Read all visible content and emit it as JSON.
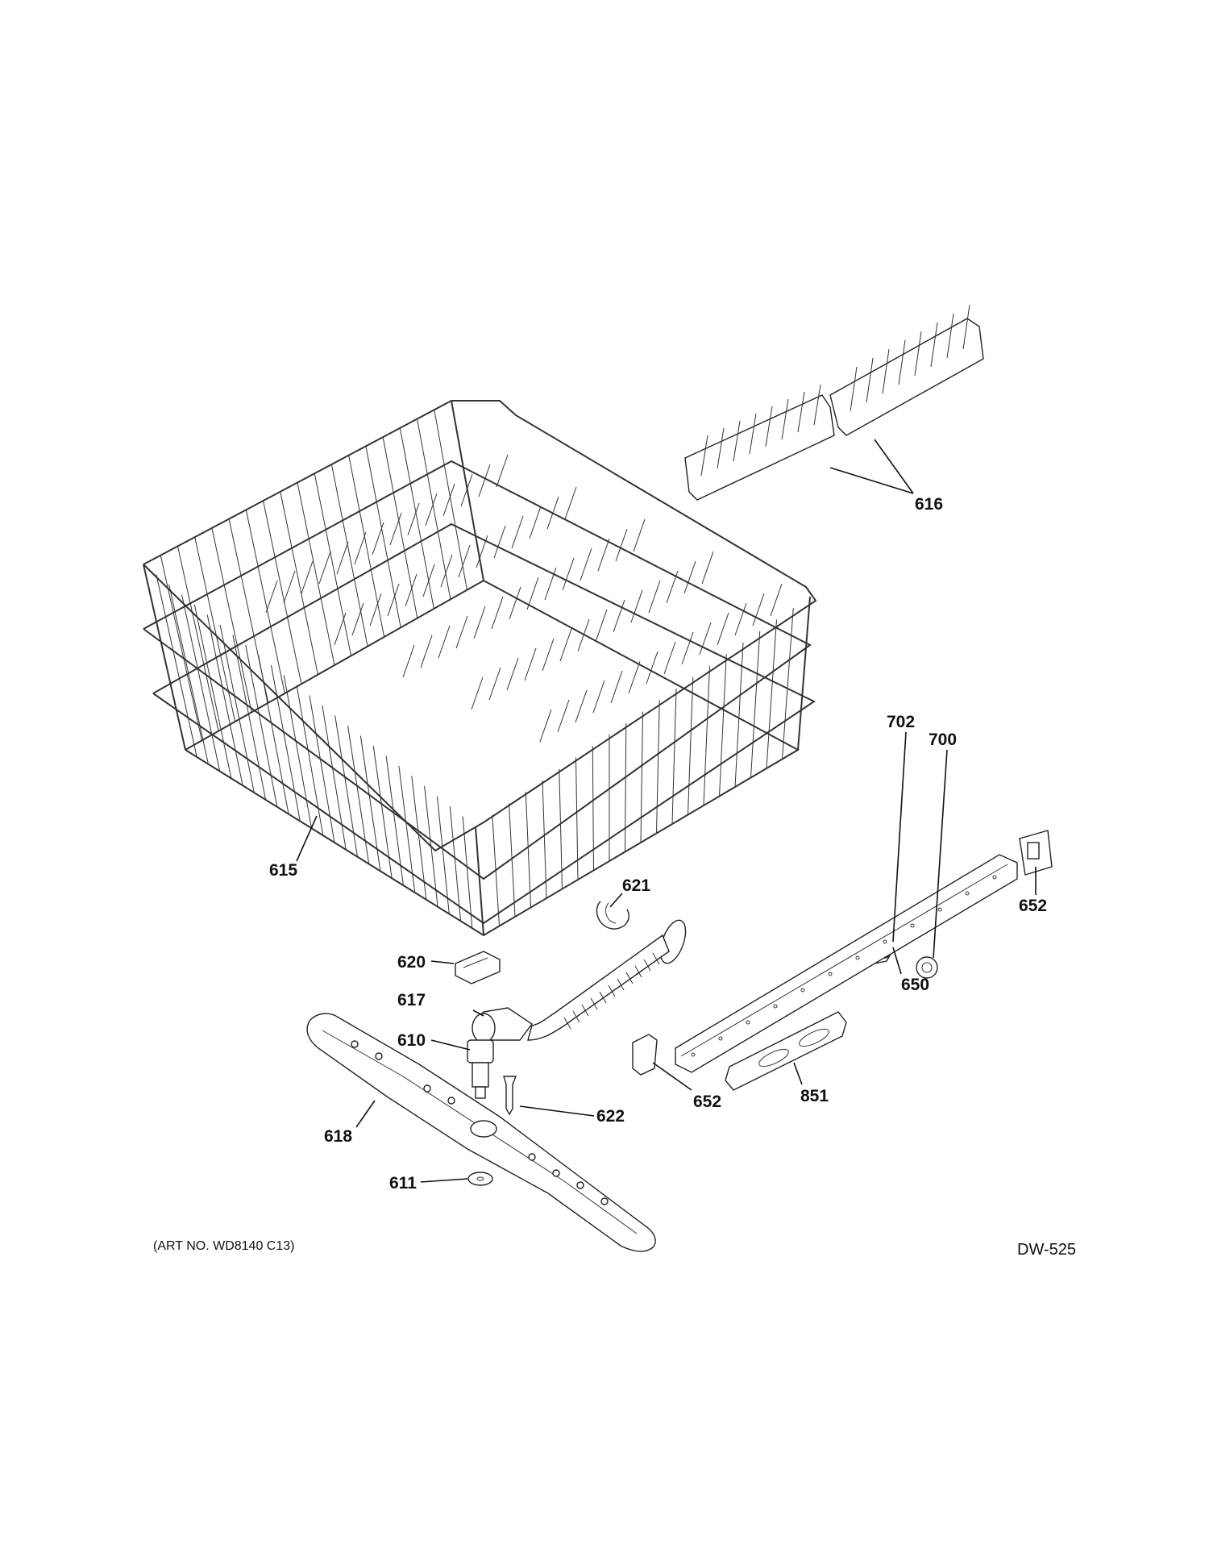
{
  "callouts": {
    "c615": "615",
    "c616": "616",
    "c702": "702",
    "c700": "700",
    "c621": "621",
    "c652a": "652",
    "c620": "620",
    "c650": "650",
    "c617": "617",
    "c610": "610",
    "c652b": "652",
    "c851": "851",
    "c622": "622",
    "c618": "618",
    "c611": "611"
  },
  "footer": {
    "art_number": "(ART NO. WD8140 C13)",
    "diagram_code": "DW-525"
  }
}
